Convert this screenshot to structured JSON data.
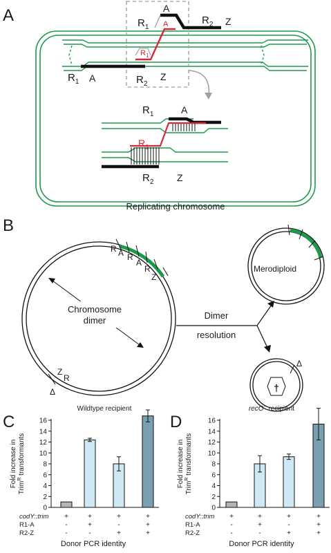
{
  "panelA": {
    "letter": "A",
    "labels": {
      "r1_top": "R",
      "r1_top_sub": "1",
      "a_top": "A",
      "a_red": "A",
      "r2_top": "R",
      "r2_top_sub": "2",
      "z_top": "Z",
      "r1_red": "R",
      "r1_red_sub": "1",
      "r1_bottom": "R",
      "r1_bottom_sub": "1",
      "a_bottom": "A",
      "r2_bottom": "R",
      "r2_bottom_sub": "2",
      "z_bottom": "Z",
      "inset_r1": "R",
      "inset_r1_sub": "1",
      "inset_a": "A",
      "inset_r1_red": "R",
      "inset_r1_red_sub": "1",
      "inset_r2": "R",
      "inset_r2_sub": "2",
      "inset_z": "Z"
    },
    "caption": "Replicating chromosome"
  },
  "panelB": {
    "letter": "B",
    "dimer_letters": [
      "R",
      "A",
      "R",
      "A",
      "R",
      "Z"
    ],
    "chromosome_label": [
      "Chromosome",
      "dimer"
    ],
    "bottom_z": "Z",
    "bottom_r": "R",
    "delta_left": "Δ",
    "resolution_label": [
      "Dimer",
      "resolution"
    ],
    "merodiploid_label": "Merodiploid",
    "delta_right": "Δ",
    "dead_symbol": "†"
  },
  "colors": {
    "green": "#1a9a4a",
    "red": "#d8263a",
    "black": "#111111",
    "light_bar": "#cfe9f4",
    "dark_bar": "#7a9fb0",
    "control_bar": "#b5b5b5"
  },
  "chart_data": [
    {
      "panel": "C",
      "type": "bar",
      "title": "Wildtype recipient",
      "ylabel": "Fold increase in Trim transformants",
      "ylabel_line1": "Fold increase in",
      "ylabel_line2": "Trim",
      "ylabel_sup": "R",
      "ylabel_line2_tail": " transformants",
      "xlabel": "Donor PCR identity",
      "ylim": [
        0,
        16
      ],
      "yticks": [
        "0",
        "2",
        "4",
        "6",
        "8",
        "10",
        "12",
        "14",
        "16"
      ],
      "values": [
        1.0,
        12.4,
        8.0,
        16.8
      ],
      "errors": [
        0.0,
        0.3,
        1.3,
        1.1
      ],
      "bar_styles": [
        "control",
        "light",
        "light",
        "dark"
      ],
      "rows": [
        {
          "label": "codY::trim",
          "signs": [
            "+",
            "+",
            "+",
            "+"
          ]
        },
        {
          "label": "R1-A",
          "signs": [
            "-",
            "+",
            "-",
            "+"
          ]
        },
        {
          "label": "R2-Z",
          "signs": [
            "-",
            "-",
            "+",
            "+"
          ]
        }
      ]
    },
    {
      "panel": "D",
      "type": "bar",
      "title": "recO− recipient",
      "title_italic": "recO",
      "title_sup": "−",
      "title_tail": " recipient",
      "ylabel": "Fold increase in Trim transformants",
      "ylabel_line1": "Fold increase in",
      "ylabel_line2": "Trim",
      "ylabel_sup": "R",
      "ylabel_line2_tail": " transformants",
      "xlabel": "Donor PCR identity",
      "ylim": [
        0,
        16
      ],
      "yticks": [
        "0",
        "2",
        "4",
        "6",
        "8",
        "10",
        "12",
        "14",
        "16"
      ],
      "values": [
        1.0,
        8.0,
        9.3,
        15.3
      ],
      "errors": [
        0.0,
        1.5,
        0.5,
        2.9
      ],
      "bar_styles": [
        "control",
        "light",
        "light",
        "dark"
      ],
      "rows": [
        {
          "label": "codY::trim",
          "signs": [
            "+",
            "+",
            "+",
            "+"
          ]
        },
        {
          "label": "R1-A",
          "signs": [
            "-",
            "+",
            "-",
            "+"
          ]
        },
        {
          "label": "R2-Z",
          "signs": [
            "-",
            "-",
            "+",
            "+"
          ]
        }
      ]
    }
  ]
}
